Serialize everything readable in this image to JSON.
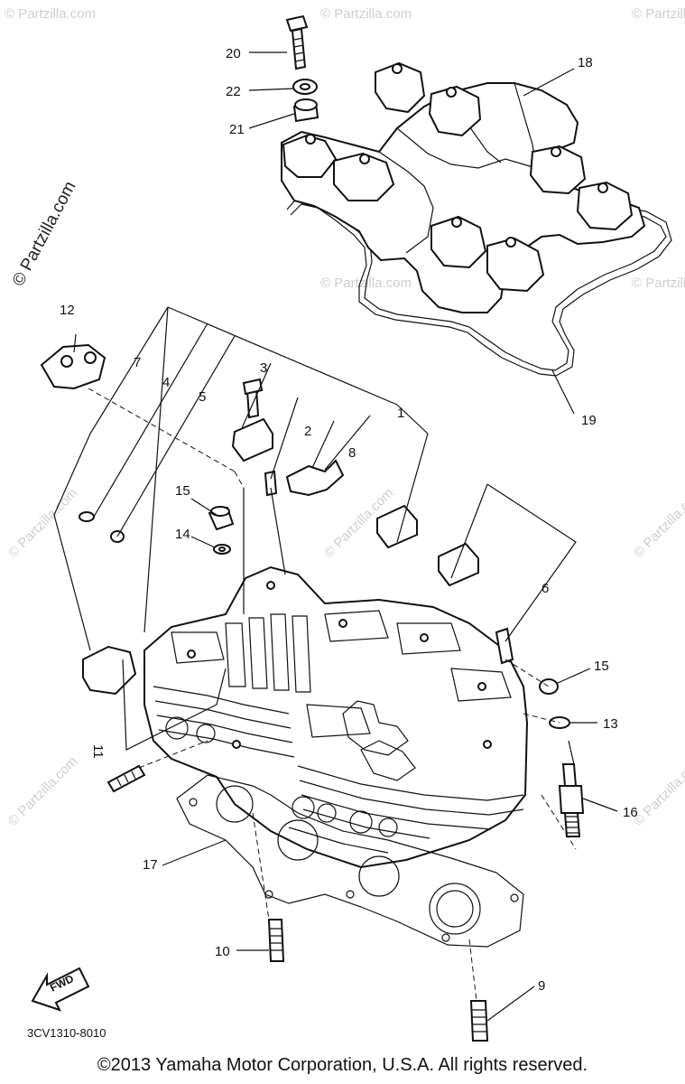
{
  "diagram": {
    "watermark_side": "© Partzilla.com",
    "watermark_tile": "© Partzilla.com",
    "diagram_code": "3CV1310-8010",
    "fwd_label": "FWD",
    "copyright": "©2013 Yamaha Motor Corporation, U.S.A. All rights reserved.",
    "callouts": [
      "1",
      "2",
      "3",
      "4",
      "5",
      "6",
      "7",
      "8",
      "9",
      "10",
      "11",
      "12",
      "13",
      "14",
      "15",
      "15",
      "16",
      "17",
      "18",
      "19",
      "20",
      "21",
      "22"
    ]
  }
}
